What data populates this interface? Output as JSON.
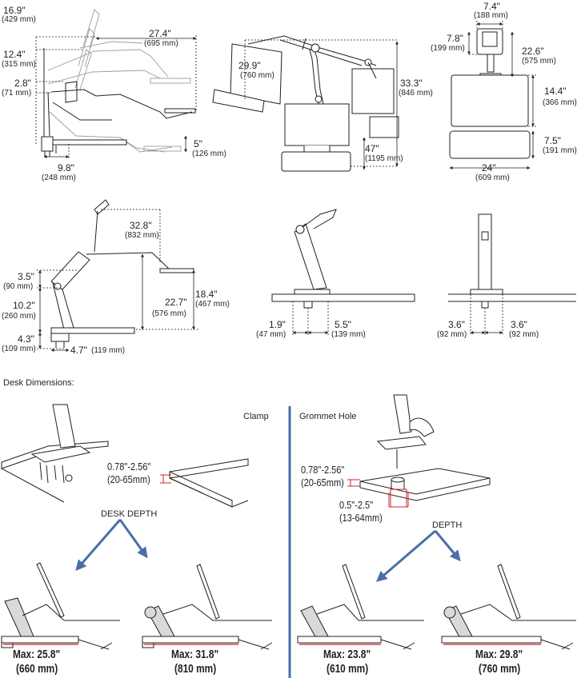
{
  "colors": {
    "ink": "#231f20",
    "line": "#231f20",
    "gray": "#8a8c8e",
    "dim": "#231f20",
    "red": "#d2232a",
    "blue": "#4a6fa8",
    "divider": "#4a6fa8"
  },
  "top_views": {
    "side": {
      "d1": {
        "in": "16.9\"",
        "mm": "(429 mm)"
      },
      "d2": {
        "in": "12.4\"",
        "mm": "(315 mm)"
      },
      "d3": {
        "in": "2.8\"",
        "mm": "(71 mm)"
      },
      "d4": {
        "in": "27.4\"",
        "mm": "(695 mm)"
      },
      "d5": {
        "in": "9.8\"",
        "mm": "(248 mm)"
      },
      "d6": {
        "in": "5\"",
        "mm": "(126 mm)"
      }
    },
    "iso": {
      "d1": {
        "in": "29.9\"",
        "mm": "(760 mm)"
      },
      "d2": {
        "in": "33.3\"",
        "mm": "(846 mm)"
      },
      "d3": {
        "in": "47\"",
        "mm": "(1195 mm)"
      }
    },
    "front": {
      "d1": {
        "in": "7.4\"",
        "mm": "(188 mm)"
      },
      "d2": {
        "in": "7.8\"",
        "mm": "(199 mm)"
      },
      "d3": {
        "in": "22.6\"",
        "mm": "(575 mm)"
      },
      "d4": {
        "in": "14.4\"",
        "mm": "(366 mm)"
      },
      "d5": {
        "in": "7.5\"",
        "mm": "(191 mm)"
      },
      "d6": {
        "in": "24\"",
        "mm": "(609 mm)"
      }
    }
  },
  "middle_views": {
    "side2": {
      "d1": {
        "in": "32.8\"",
        "mm": "(832 mm)"
      },
      "d2": {
        "in": "3.5\"",
        "mm": "(90 mm)"
      },
      "d3": {
        "in": "10.2\"",
        "mm": "(260 mm)"
      },
      "d4": {
        "in": "4.3\"",
        "mm": "(109 mm)"
      },
      "d5": {
        "in": "4.7\"",
        "mm": "(119 mm)"
      },
      "d6": {
        "in": "22.7\"",
        "mm": "(576 mm)"
      },
      "d7": {
        "in": "18.4\"",
        "mm": "(467 mm)"
      }
    },
    "base_side": {
      "d1": {
        "in": "1.9\"",
        "mm": "(47 mm)"
      },
      "d2": {
        "in": "5.5\"",
        "mm": "(139 mm)"
      }
    },
    "base_front": {
      "d1": {
        "in": "3.6\"",
        "mm": "(92 mm)"
      },
      "d2": {
        "in": "3.6\"",
        "mm": "(92 mm)"
      }
    }
  },
  "desk": {
    "heading": "Desk Dimensions:",
    "clamp": {
      "title": "Clamp",
      "thickness_in": "0.78\"-2.56\"",
      "thickness_mm": "(20-65mm)",
      "arrow_label": "DESK DEPTH",
      "max1_in": "Max: 25.8\"",
      "max1_mm": "(660 mm)",
      "max2_in": "Max: 31.8\"",
      "max2_mm": "(810 mm)"
    },
    "grommet": {
      "title": "Grommet Hole",
      "thickness_in": "0.78\"-2.56\"",
      "thickness_mm": "(20-65mm)",
      "hole_in": "0.5\"-2.5\"",
      "hole_mm": "(13-64mm)",
      "arrow_label": "DEPTH",
      "max1_in": "Max: 23.8\"",
      "max1_mm": "(610 mm)",
      "max2_in": "Max: 29.8\"",
      "max2_mm": "(760 mm)"
    }
  }
}
